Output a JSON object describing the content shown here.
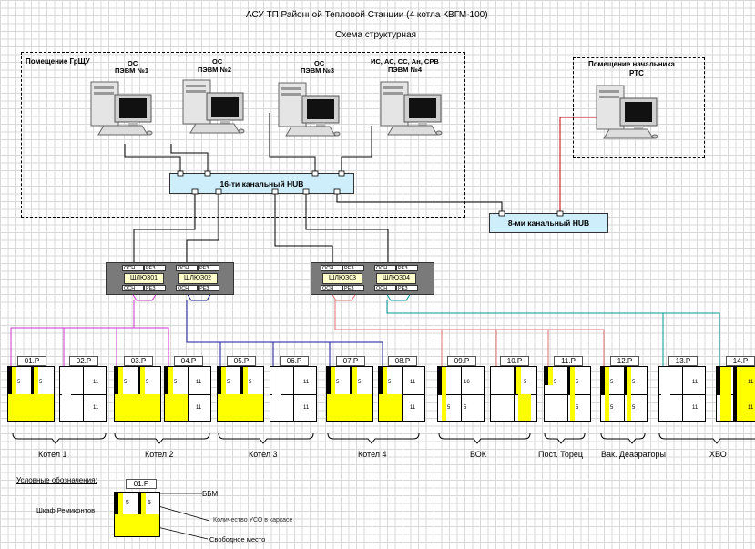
{
  "header": {
    "title": "АСУ ТП  Районной Тепловой Станции   (4 котла КВГМ-100)",
    "subtitle": "Схема структурная"
  },
  "rooms": {
    "grshu": "Помещение  ГрЩУ",
    "chief_line1": "Помещение  начальника",
    "chief_line2": "РТС"
  },
  "pcs": [
    {
      "line1": "ОС",
      "line2": "ПЭВМ  №1"
    },
    {
      "line1": "ОС",
      "line2": "ПЭВМ  №2"
    },
    {
      "line1": "ОС",
      "line2": "ПЭВМ  №3"
    },
    {
      "line1": "ИС, АС, СС, Ан, СРВ",
      "line2": "ПЭВМ  №4"
    }
  ],
  "hubs": {
    "hub16": "16-ти  канальный  HUB",
    "hub8": "8-ми  канальный  HUB"
  },
  "gateways": {
    "osn": "ОСН",
    "rez": "РЕЗ",
    "names": [
      "ШЛЮЗ01",
      "ШЛЮЗ02",
      "ШЛЮЗ03",
      "ШЛЮЗ04"
    ]
  },
  "cabinets": [
    "01.Р",
    "02.Р",
    "03.Р",
    "04.Р",
    "05.Р",
    "06.Р",
    "07.Р",
    "08.Р",
    "09.Р",
    "10.Р",
    "11.Р",
    "12.Р",
    "13.Р",
    "14.Р"
  ],
  "groups": [
    "Котел 1",
    "Котел 2",
    "Котел 3",
    "Котел 4",
    "ВОК",
    "Пост. Торец",
    "Вак. Деаэраторы",
    "ХВО"
  ],
  "cell_values": [
    "5",
    "11",
    "16"
  ],
  "legend": {
    "title": "Условные обозначения:",
    "cabinet": "01.Р",
    "shkaf": "Шкаф Ремиконтов",
    "bbm": "ББМ",
    "uso": "Количество УСО в каркасе",
    "free": "Свободное место",
    "value": "5"
  },
  "colors": {
    "yellow": "#ffff00",
    "hub_fill": "#cdeefa",
    "gw1": "#cc33cc",
    "gw2": "#1a1a99",
    "gw3": "#e07070",
    "gw4": "#009999",
    "red_link": "#cc0000"
  }
}
